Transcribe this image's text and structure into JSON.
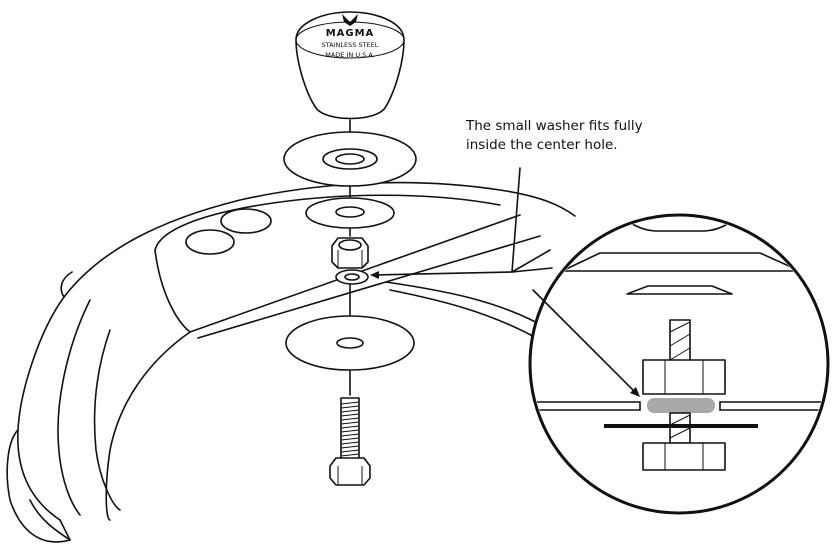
{
  "callout": {
    "line1": "The small washer fits fully",
    "line2": "inside the center hole."
  },
  "knob_logo": {
    "brand": "MAGMA",
    "line1": "STAINLESS STEEL",
    "line2": "MADE IN U.S.A."
  },
  "colors": {
    "ink": "#111111",
    "small_washer_highlight": "#a9a9a9",
    "background": "#ffffff"
  }
}
